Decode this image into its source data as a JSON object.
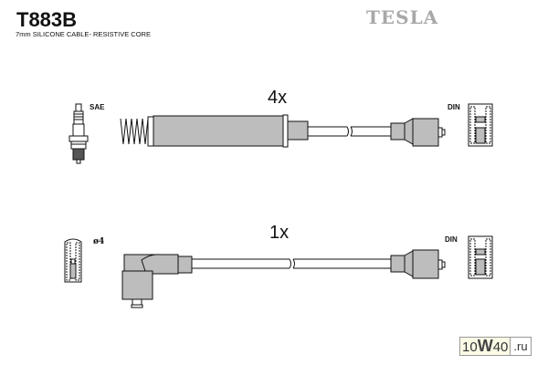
{
  "header": {
    "part_number": "T883B",
    "subtitle": "7mm SILICONE CABLE- RESISTIVE CORE",
    "brand": "TESLA"
  },
  "rows": [
    {
      "quantity": "4x",
      "left_connector": {
        "type": "spark-plug-straight",
        "label": "SAE"
      },
      "right_connector": {
        "type": "din-terminal",
        "label": "DIN"
      }
    },
    {
      "quantity": "1x",
      "left_connector": {
        "type": "angled-boot",
        "label": "ø4"
      },
      "right_connector": {
        "type": "din-terminal",
        "label": "DIN"
      }
    }
  ],
  "watermark": {
    "prefix": "10",
    "middle": "W",
    "suffix_num": "40",
    "domain": ".ru"
  },
  "colors": {
    "boot_fill": "#bdbdbd",
    "outline": "#111111",
    "brand_gray": "#a8a8a8"
  }
}
